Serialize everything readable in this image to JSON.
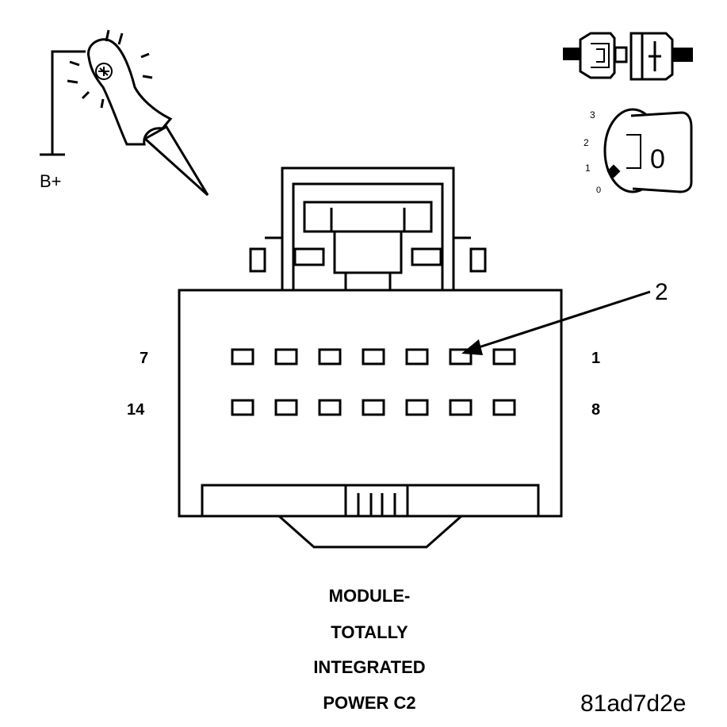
{
  "test_light": {
    "label": "B+"
  },
  "ignition": {
    "positions": [
      "3",
      "2",
      "1",
      "0"
    ],
    "key_label": "0"
  },
  "connector": {
    "pin_row_top": {
      "left_number": "7",
      "right_number": "1"
    },
    "pin_row_bottom": {
      "left_number": "14",
      "right_number": "8"
    },
    "pins_per_row": 7,
    "callout_number": "2"
  },
  "caption": {
    "lines": [
      "MODULE-",
      "TOTALLY",
      "INTEGRATED",
      "POWER C2"
    ]
  },
  "figure_id": "81ad7d2e"
}
